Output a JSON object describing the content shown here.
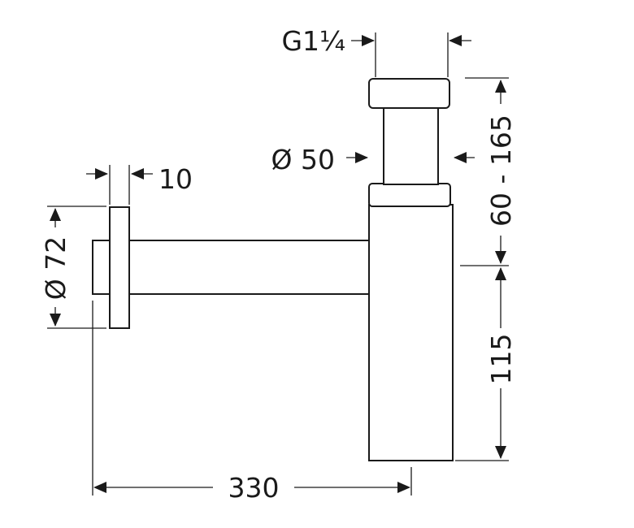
{
  "dimensions": {
    "thread_size": "G1¼",
    "tube_diameter": "Ø 50",
    "rosette_thickness": "10",
    "rosette_diameter": "Ø 72",
    "height_range": "60 - 165",
    "body_height": "115",
    "projection_length": "330"
  },
  "colors": {
    "line": "#1a1a1a",
    "background": "#ffffff"
  }
}
